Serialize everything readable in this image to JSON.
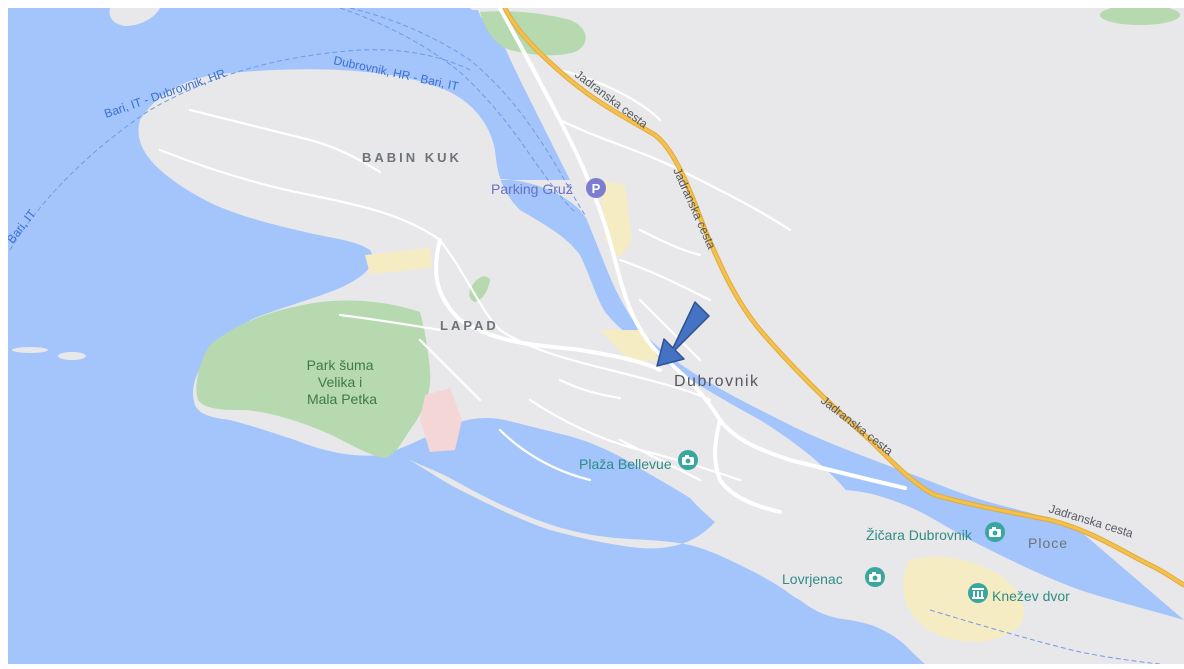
{
  "colors": {
    "water": "#a3c5fb",
    "land": "#e8e8ea",
    "park": "#b6d9b0",
    "road_major": "#f2c14e",
    "road_major_casing": "#e3a93a",
    "road_minor": "#ffffff",
    "urban": "#f6ecc4",
    "ferry": "#6f9be6",
    "poi_teal": "#3aa6a0",
    "parking": "#7b7ed0",
    "arrow": "#4472c4",
    "label_dark": "#55595f",
    "label_gray": "#6d7378"
  },
  "map": {
    "areas": {
      "babin_kuk": "BABIN KUK",
      "lapad": "LAPAD",
      "city": "Dubrovnik",
      "ploce": "Ploce"
    },
    "parks": {
      "park_line1": "Park šuma",
      "park_line2": "Velika i",
      "park_line3": "Mala Petka"
    },
    "roads": {
      "jadranska": "Jadranska cesta"
    },
    "ferries": {
      "route_a": "Bari, IT - Dubrovnik, HR",
      "route_b": "Dubrovnik, HR - Bari, IT",
      "route_c": "Bari, IT",
      "route_c_prefix": "- "
    },
    "pois": {
      "parking": "Parking Gruž",
      "bellevue": "Plaža Bellevue",
      "zicara": "Žičara Dubrovnik",
      "lovrjenac": "Lovrjenac",
      "knezev": "Knežev dvor"
    },
    "icons": {
      "parking": "P"
    }
  }
}
